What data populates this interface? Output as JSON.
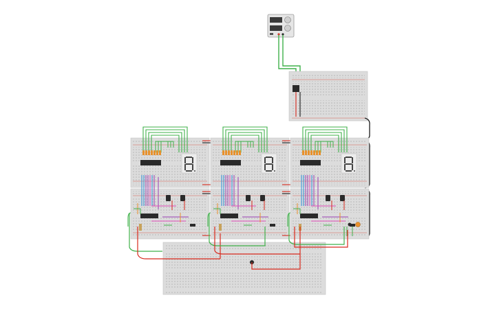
{
  "scene": {
    "description_type": "breadboard-circuit",
    "colors": {
      "background": "#ffffff",
      "breadboard": "#dcdcdc",
      "breadboard_edge": "#c4c4c4",
      "hole": "#b3b3b3",
      "rail_red": "#d33a2c",
      "rail_black": "#2b2b2b",
      "wire_green": "#3fb14a",
      "wire_red": "#d8281c",
      "wire_black": "#1a1a1a",
      "wire_blue": "#2d8fd9",
      "wire_purple": "#9a3fb5",
      "wire_pink": "#e04bb8",
      "wire_orange": "#e8912c",
      "chip": "#2a2a2a",
      "segment": "#444444",
      "psu_body": "#e6e6e6"
    },
    "counter_stages": [
      {
        "id": "stage-1"
      },
      {
        "id": "stage-2"
      },
      {
        "id": "stage-3"
      }
    ]
  }
}
